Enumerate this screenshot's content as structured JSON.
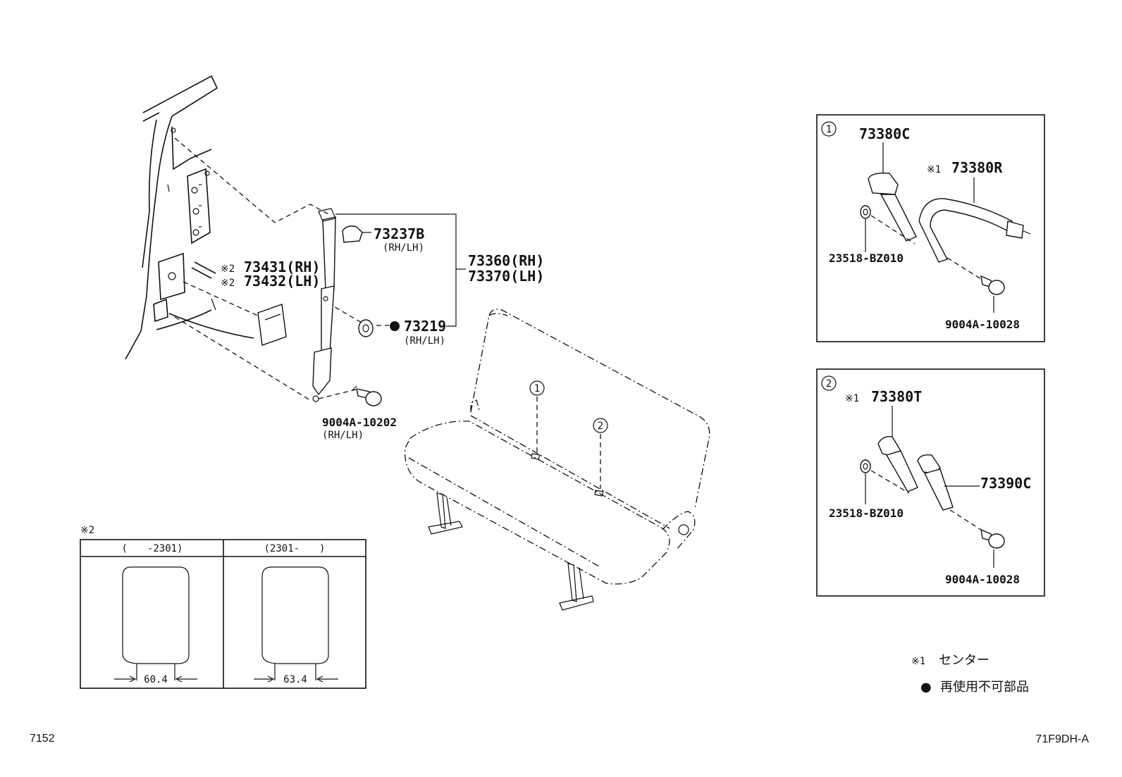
{
  "left_group": {
    "bracket_label_rh": "73360(RH)",
    "bracket_label_lh": "73370(LH)",
    "cover_part": "73237B",
    "cover_side": "(RH/LH)",
    "cap_ref_rh": "※2",
    "cap_part_rh": "73431(RH)",
    "cap_ref_lh": "※2",
    "cap_part_lh": "73432(LH)",
    "washer_part": "73219",
    "washer_side": "(RH/LH)",
    "bolt_part": "9004A-10202",
    "bolt_side": "(RH/LH)"
  },
  "seat_callouts": [
    "1",
    "2"
  ],
  "inset1": {
    "marker": "1",
    "buckle_part": "73380C",
    "belt_ref": "※1",
    "belt_part": "73380R",
    "washer_part": "23518-BZ010",
    "bolt_part": "9004A-10028"
  },
  "inset2": {
    "marker": "2",
    "tongue_ref": "※1",
    "tongue_part": "73380T",
    "buckle_part": "73390C",
    "washer_part": "23518-BZ010",
    "bolt_part": "9004A-10028"
  },
  "variant_table": {
    "ref": "※2",
    "col1_header": "(　　-2301)",
    "col2_header": "(2301-　　)",
    "col1_dim": "60.4",
    "col2_dim": "63.4"
  },
  "legend": {
    "ref": "※1",
    "center_text": "センター",
    "dot_symbol": "●",
    "non_reusable_text": "再使用不可部品"
  },
  "footer": {
    "page_no": "7152",
    "diagram_code": "71F9DH-A"
  }
}
